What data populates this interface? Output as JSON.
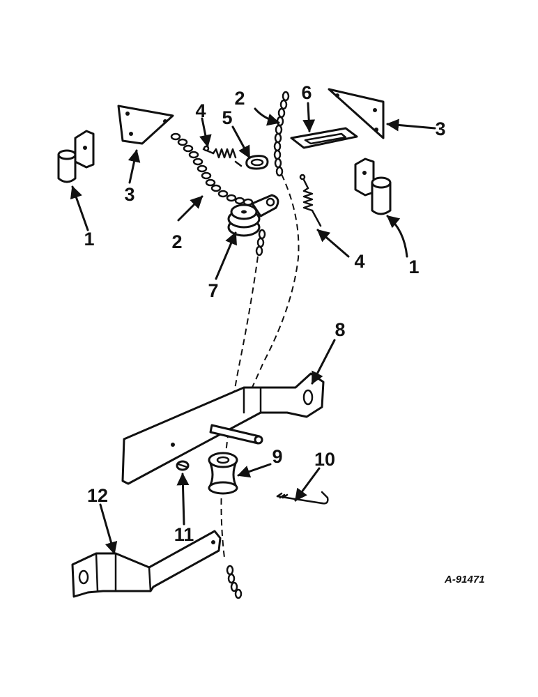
{
  "figure_id": "A-91471",
  "callouts": {
    "c1a": "1",
    "c1b": "1",
    "c2a": "2",
    "c2b": "2",
    "c3a": "3",
    "c3b": "3",
    "c4a": "4",
    "c4b": "4",
    "c5": "5",
    "c6": "6",
    "c7": "7",
    "c8": "8",
    "c9": "9",
    "c10": "10",
    "c11": "11",
    "c12": "12"
  },
  "colors": {
    "ink": "#111111",
    "paper": "#ffffff"
  }
}
